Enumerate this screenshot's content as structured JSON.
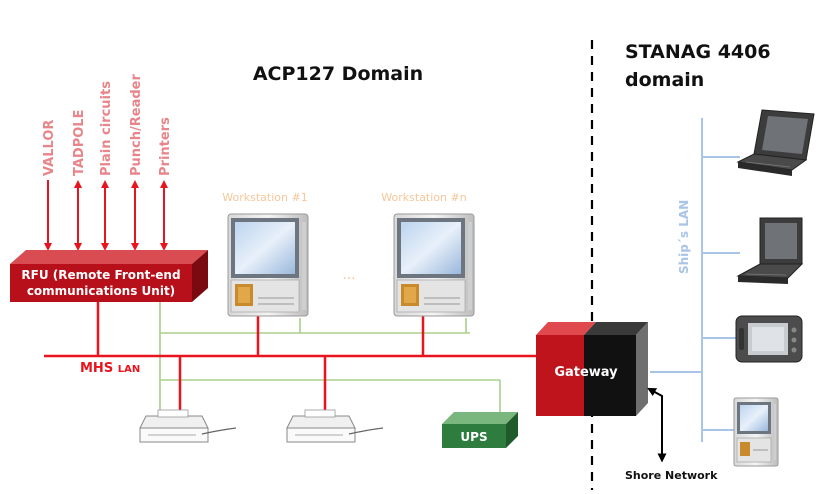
{
  "domains": {
    "acp127_title": "ACP127 Domain",
    "stanag_line1": "STANAG 4406",
    "stanag_line2": "domain"
  },
  "inputs": [
    "VALLOR",
    "TADPOLE",
    "Plain circuits",
    "Punch/Reader",
    "Printers"
  ],
  "rfu": {
    "line1": "RFU (Remote Front-end",
    "line2": "communications Unit)"
  },
  "workstations": {
    "first": "Workstation #1",
    "last": "Workstation #n",
    "ellipsis": "..."
  },
  "mhs_lan": {
    "prefix": "MHS ",
    "suffix": "LAN"
  },
  "gateway": "Gateway",
  "ups": "UPS",
  "ships_lan": "Ship´s LAN",
  "shore_network": "Shore Network",
  "colors": {
    "mhs_lan_red": "#e8141e",
    "rfu_red": "#b8101a",
    "support_green": "#a9cf8c",
    "ships_lan_blue": "#a8c4e6",
    "input_label_pink": "#e8858a",
    "workstation_label_orange": "#f6c79a",
    "ups_green": "#2e7d3e",
    "gateway_black": "#111111"
  }
}
